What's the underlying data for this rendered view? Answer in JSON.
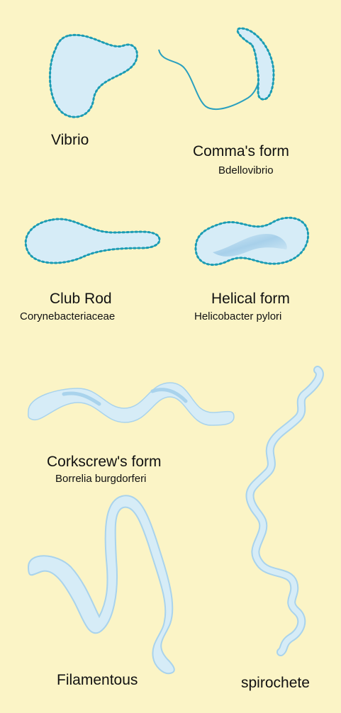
{
  "colors": {
    "background": "#fbf4c6",
    "cell_fill": "#d6ecf7",
    "cell_stroke": "#1b9cb4",
    "flagella": "#2aa0bf",
    "shade": "#a9d3ec"
  },
  "labels": {
    "vibrio": "Vibrio",
    "commas_form": "Comma's form",
    "bdellovibrio": "Bdellovibrio",
    "club_rod": "Club Rod",
    "corynebacteriaceae": "Corynebacteriaceae",
    "helical_form": "Helical form",
    "helicobacter_pylori": "Helicobacter pylori",
    "corkscrews_form": "Corkscrew's form",
    "borrelia_burgdorferi": "Borrelia burgdorferi",
    "filamentous": "Filamentous",
    "spirochete": "spirochete"
  }
}
